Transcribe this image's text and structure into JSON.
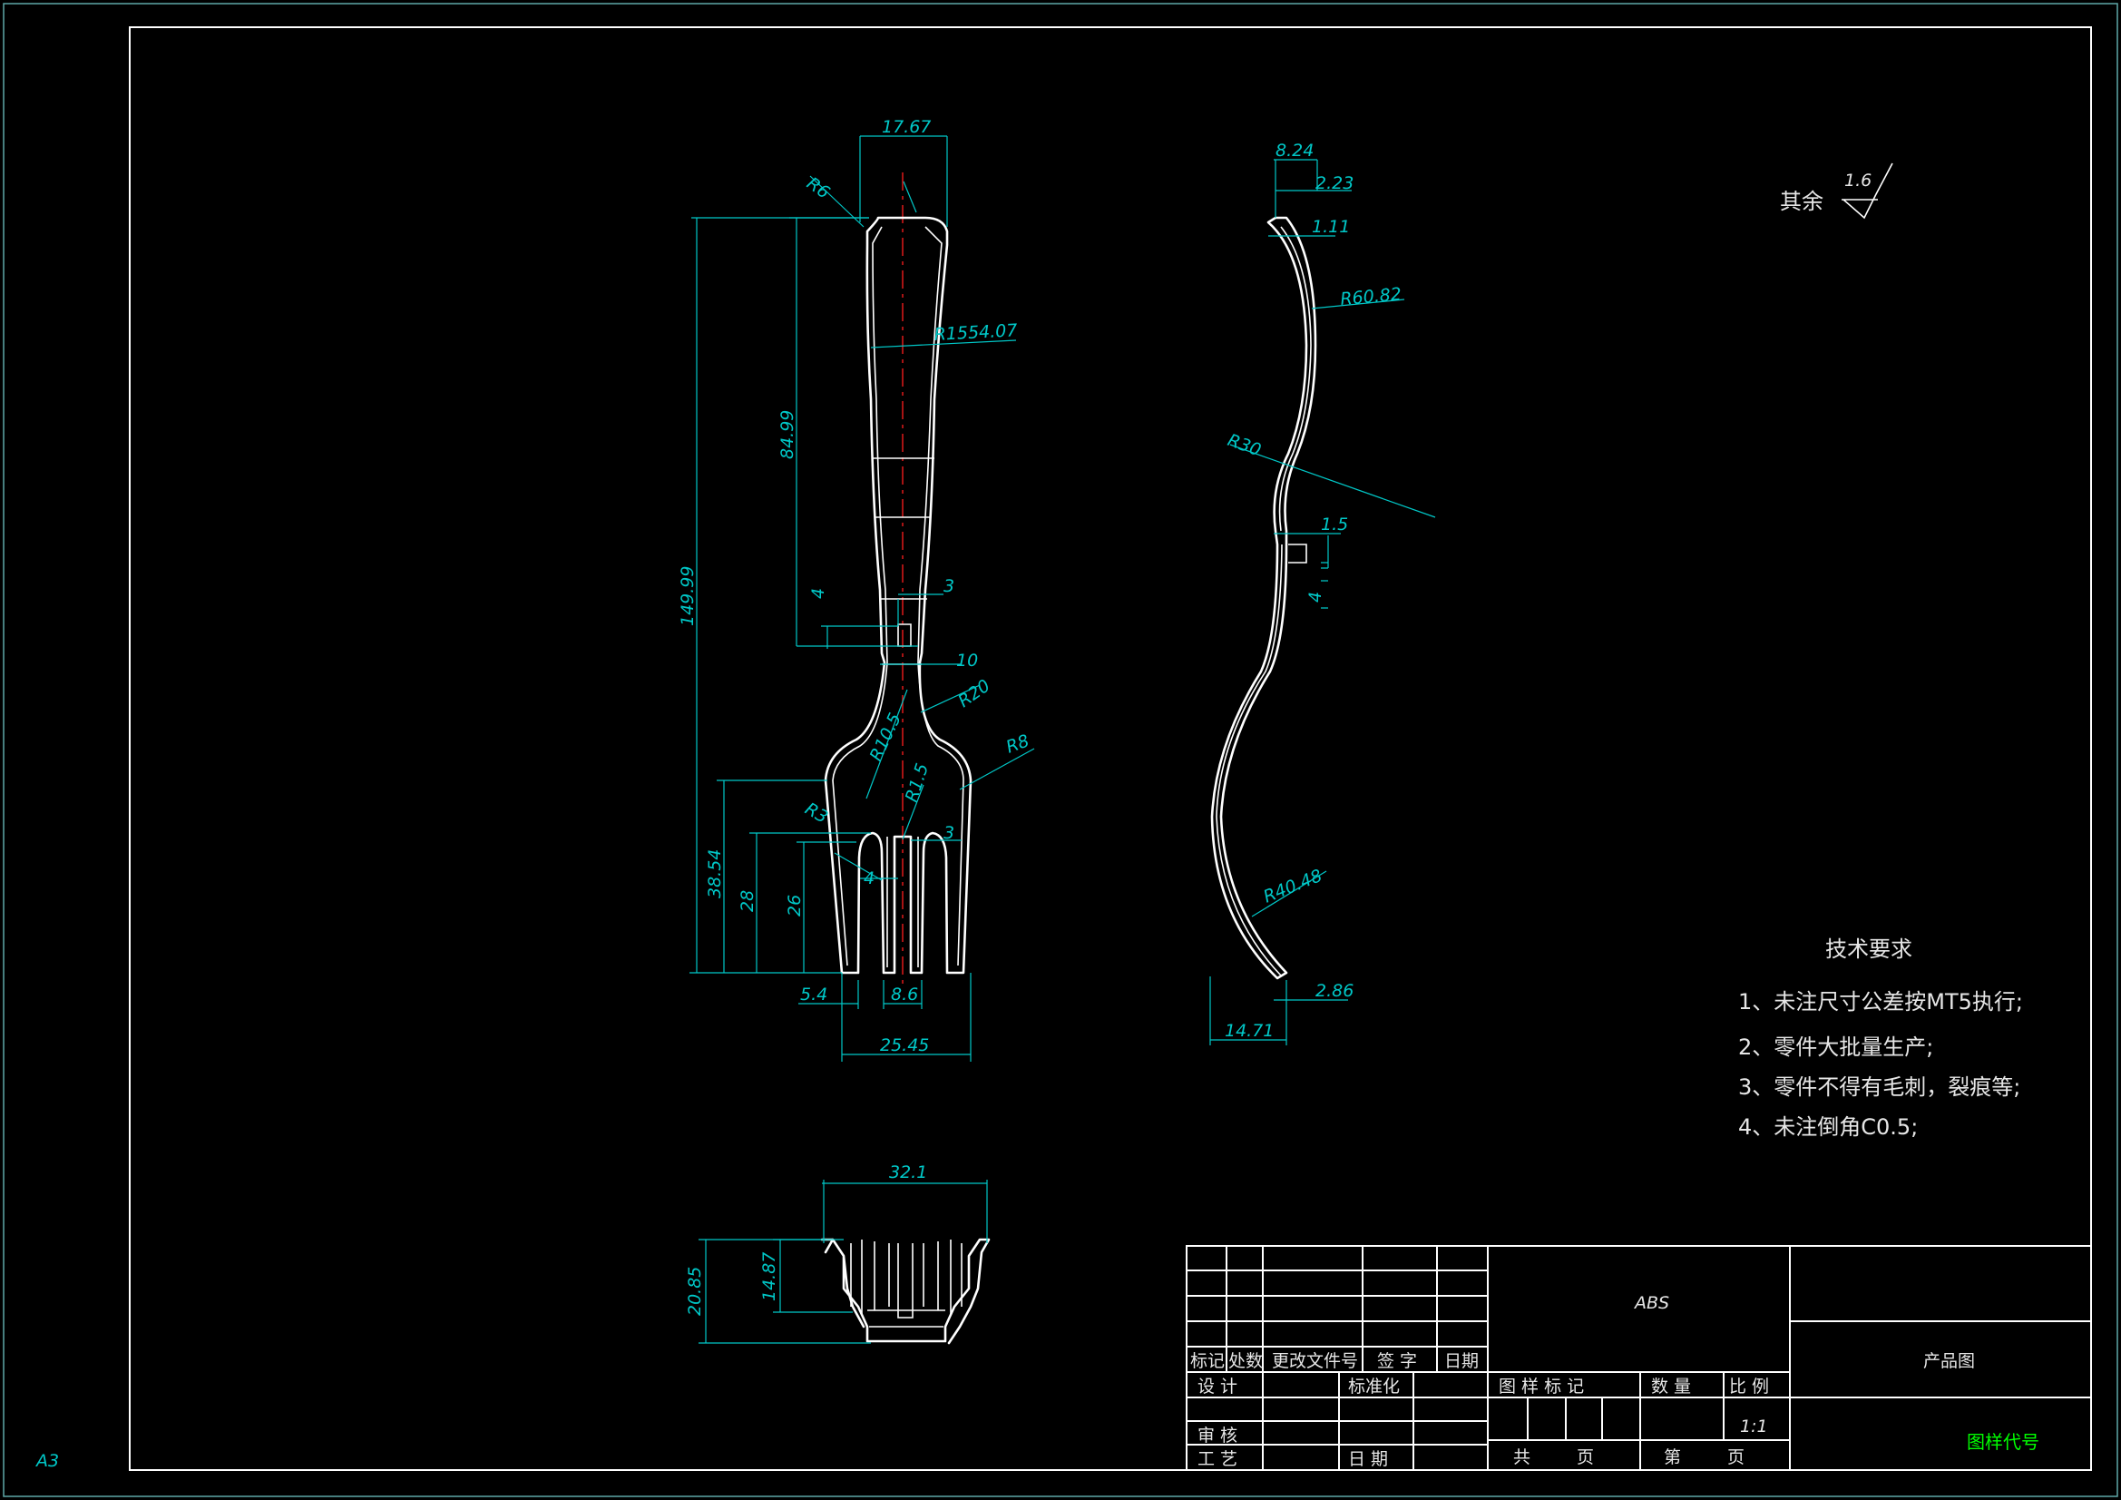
{
  "sheet": {
    "size_label": "A3"
  },
  "colors": {
    "background": "#000000",
    "part": "#ffffff",
    "dimension": "#00c8c8",
    "centerline": "#d01818",
    "code": "#00ff00"
  },
  "roughness": {
    "prefix": "其余",
    "value": "1.6"
  },
  "front_view": {
    "dims": {
      "head_width": "17.67",
      "r_top": "R6",
      "r_handle": "R1554.07",
      "handle_length": "84.99",
      "total_length": "149.99",
      "slot_len": "4",
      "slot_w": "3",
      "neck": "10",
      "r_neck": "R20",
      "r_inner": "R10.5",
      "r_outer": "R8",
      "r_root": "R1.5",
      "r_small": "R3",
      "tine_gap_a": "3",
      "tine_gap_b": "4",
      "h1": "38.54",
      "h2": "28",
      "h3": "26",
      "tine_w": "5.4",
      "mid_w": "8.6",
      "total_w": "25.45"
    }
  },
  "side_view": {
    "dims": {
      "w_top": "8.24",
      "t1": "2.23",
      "t2": "1.11",
      "r_top": "R60.82",
      "r_mid": "R30",
      "step": "1.5",
      "step_h": "4",
      "r_bottom": "R40.48",
      "t_bottom": "2.86",
      "depth": "14.71"
    }
  },
  "end_view": {
    "dims": {
      "width": "32.1",
      "height_outer": "20.85",
      "height_inner": "14.87"
    }
  },
  "tech_requirements": {
    "title": "技术要求",
    "items": [
      "1、未注尺寸公差按MT5执行;",
      "2、零件大批量生产;",
      "3、零件不得有毛刺，裂痕等;",
      "4、未注倒角C0.5;"
    ]
  },
  "title_block": {
    "material": "ABS",
    "product_label": "产品图",
    "drawing_code_label": "图样代号",
    "headers": {
      "mark": "标记",
      "count": "处数",
      "change_doc": "更改文件号",
      "signature": "签 字",
      "date": "日期"
    },
    "rows": {
      "design": "设 计",
      "standardize": "标准化",
      "review": "审 核",
      "process": "工 艺",
      "date2": "日 期"
    },
    "right_headers": {
      "drawing_mark": "图 样 标 记",
      "quantity": "数 量",
      "scale": "比 例"
    },
    "scale_value": "1:1",
    "total_sheets": "共",
    "sheet_unit": "页",
    "sheet_no": "第",
    "sheet_unit2": "页"
  }
}
